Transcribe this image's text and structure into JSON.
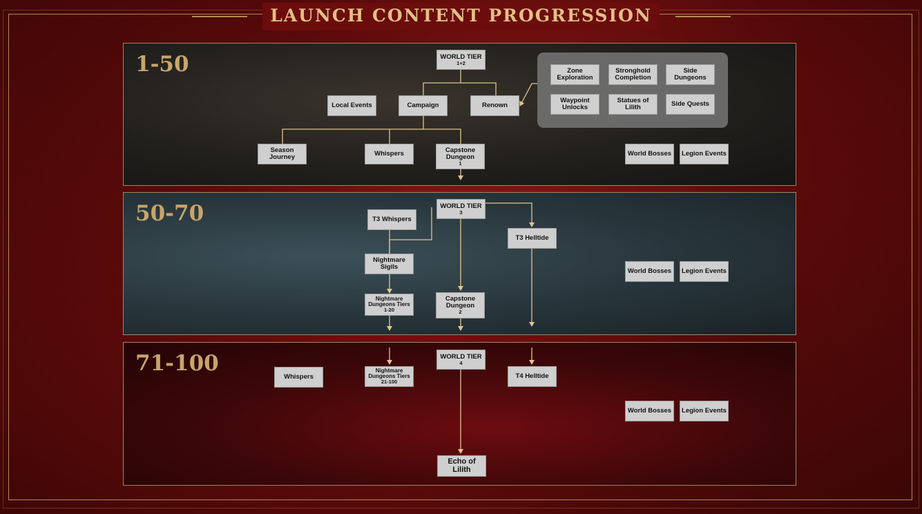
{
  "title": "LAUNCH CONTENT PROGRESSION",
  "colors": {
    "gold": "#c7a56d",
    "line": "#e0c58f",
    "node": "#cfcfcf",
    "group": "#6e6e6e"
  },
  "tiers": [
    {
      "label": "1-50"
    },
    {
      "label": "50-70"
    },
    {
      "label": "71-100"
    }
  ],
  "nodes": {
    "wt12": {
      "title": "WORLD TIER",
      "sub": "1+2"
    },
    "local_events": "Local Events",
    "campaign": "Campaign",
    "renown": "Renown",
    "zone_exploration": "Zone\nExploration",
    "stronghold_completion": "Stronghold\nCompletion",
    "side_dungeons": "Side\nDungeons",
    "waypoint_unlocks": "Waypoint\nUnlocks",
    "statues_of_lilith": "Statues of\nLilith",
    "side_quests": "Side Quests",
    "season_journey": "Season\nJourney",
    "whispers_1": "Whispers",
    "capstone_1": {
      "title": "Capstone\nDungeon",
      "sub": "1"
    },
    "world_bosses_1": "World Bosses",
    "legion_events_1": "Legion Events",
    "wt3": {
      "title": "WORLD TIER",
      "sub": "3"
    },
    "t3_whispers": "T3 Whispers",
    "t3_helltide": "T3 Helltide",
    "nightmare_sigils": "Nightmare\nSigils",
    "nightmare_dungeons_1": {
      "title": "Nightmare\nDungeons Tiers",
      "sub": "1-20"
    },
    "capstone_2": {
      "title": "Capstone\nDungeon",
      "sub": "2"
    },
    "world_bosses_2": "World Bosses",
    "legion_events_2": "Legion Events",
    "wt4": {
      "title": "WORLD TIER",
      "sub": "4"
    },
    "whispers_3": "Whispers",
    "nightmare_dungeons_2": {
      "title": "Nightmare\nDungeons Tiers",
      "sub": "21-100"
    },
    "t4_helltide": "T4 Helltide",
    "world_bosses_3": "World Bosses",
    "legion_events_3": "Legion Events",
    "echo_of_lilith": "Echo of Lilith"
  }
}
